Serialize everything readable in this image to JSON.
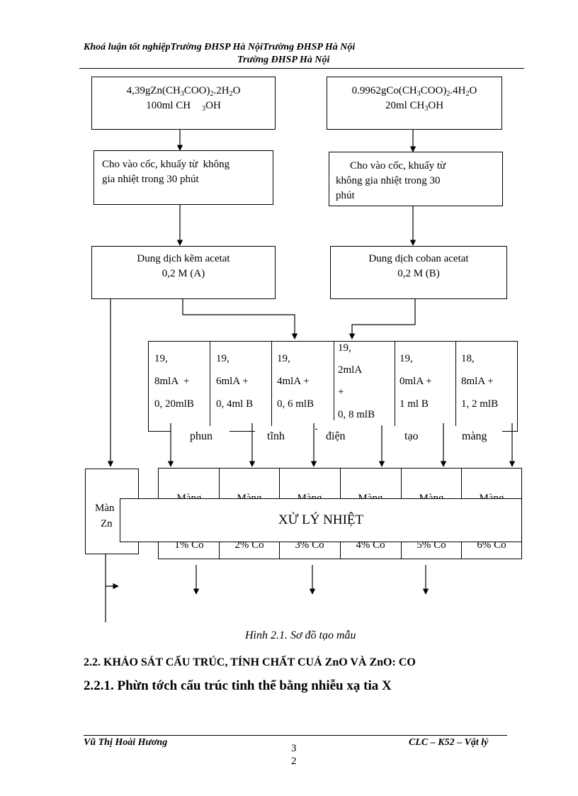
{
  "header": {
    "line1": "Khoá luận tốt nghiệpTrường ĐHSP Hà NộiTrường ĐHSP Hà Nội",
    "line2": "Trường ĐHSP Hà Nội"
  },
  "flow": {
    "left_top": {
      "l1a": "4,39gZn(CH",
      "l1b": "3",
      "l1c": "COO)",
      "l1d": "2",
      "l1e": ".2H",
      "l1f": "2",
      "l1g": "O",
      "l2a": "100ml CH",
      "l2b": "3",
      "l2c": "OH"
    },
    "right_top": {
      "l1a": "0.9962gCo(CH",
      "l1b": "3",
      "l1c": "COO)",
      "l1d": "2",
      "l1e": ".4H",
      "l1f": "2",
      "l1g": "O",
      "l2a": "20ml CH",
      "l2b": "3",
      "l2c": "OH"
    },
    "left_mix": {
      "line1": "Cho vào cốc, khuấy từ  không",
      "line2": "gia nhiệt trong 30 phút"
    },
    "right_mix": {
      "line1": "Cho vào cốc, khuấy từ",
      "line2": "không gia nhiệt trong 30",
      "line3": "phút"
    },
    "left_solution": {
      "line1": "Dung dịch kẽm acetat",
      "line2": "0,2 M (A)"
    },
    "right_solution": {
      "line1": "Dung dịch coban acetat",
      "line2": "0,2 M (B)"
    },
    "mixtures": [
      {
        "l1": "19,",
        "l2": "8mlA  +",
        "l3": "0, 20mlB"
      },
      {
        "l1": "19,",
        "l2": "6mlA +",
        "l3": "0, 4ml B"
      },
      {
        "l1": "19,",
        "l2": "4mlA +",
        "l3": "0, 6 mlB"
      },
      {
        "l1": "19,",
        "l2": "2mlA",
        "l3": "+",
        "l4": "0, 8 mlB"
      },
      {
        "l1": "19,",
        "l2": "0mlA +",
        "l3": "1 ml B"
      },
      {
        "l1": "18,",
        "l2": "8mlA +",
        "l3": "1, 2 mlB"
      }
    ],
    "spray_words": [
      "phun",
      "tĩnh",
      "điện",
      "tạo",
      "màng"
    ],
    "zno_box": {
      "l1": "Màn",
      "l2": "Zn"
    },
    "films": [
      {
        "top": "Màng",
        "bottom": "1% Co"
      },
      {
        "top": "Màng",
        "bottom": "2% Co"
      },
      {
        "top": "Màng",
        "bottom": "3% Co"
      },
      {
        "top": "Màng",
        "bottom": "4% Co"
      },
      {
        "top": "Màng",
        "bottom": "5% Co"
      },
      {
        "top": "Màng",
        "bottom": "6% Co"
      }
    ],
    "heat": "XỬ LÝ NHIỆT"
  },
  "caption": "Hình 2.1. Sơ đồ tạo mẫu",
  "section_title": "2.2. KHẢO SÁT CẤU TRÚC, TÍNH CHẤT CUẢ ZnO VÀ ZnO: CO",
  "subsection_title": "2.2.1. Phừn tớch cấu trúc tinh thể bằng nhiễu xạ tia X",
  "footer": {
    "author": "Vũ Thị Hoài Hương",
    "page_top": "3",
    "page_bottom": "2",
    "class": "CLC – K52 – Vật lý"
  }
}
